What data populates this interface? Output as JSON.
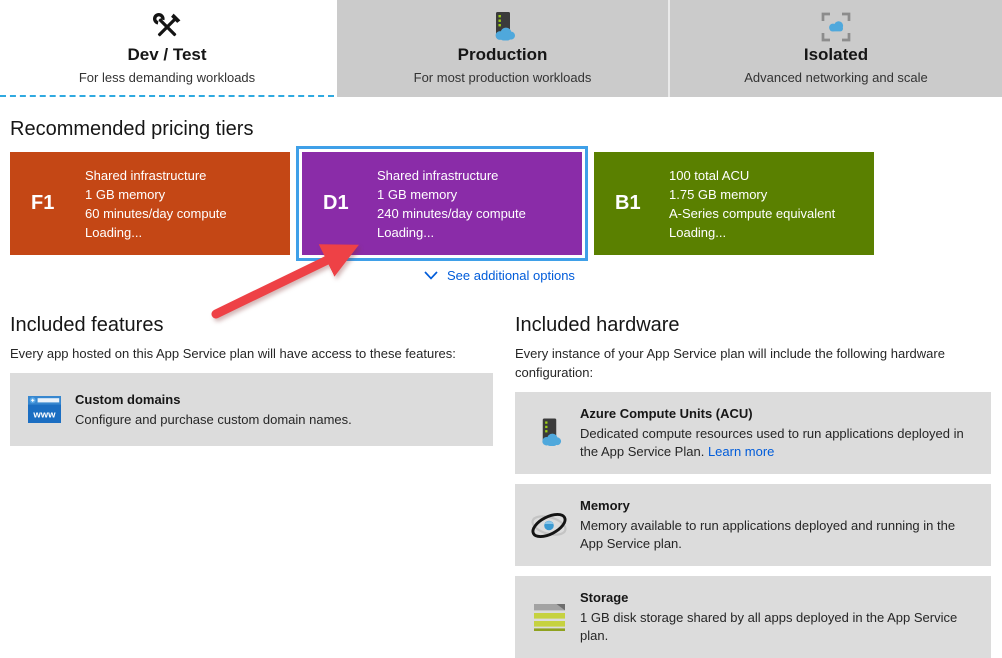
{
  "tabs": [
    {
      "title": "Dev / Test",
      "subtitle": "For less demanding workloads",
      "selected": true,
      "icon": "tools-icon"
    },
    {
      "title": "Production",
      "subtitle": "For most production workloads",
      "selected": false,
      "icon": "server-cloud-icon"
    },
    {
      "title": "Isolated",
      "subtitle": "Advanced networking and scale",
      "selected": false,
      "icon": "isolated-cloud-icon"
    }
  ],
  "pricing": {
    "heading": "Recommended pricing tiers",
    "tiers": [
      {
        "code": "F1",
        "selected": false,
        "features": [
          "Shared infrastructure",
          "1 GB memory",
          "60 minutes/day compute",
          "Loading..."
        ]
      },
      {
        "code": "D1",
        "selected": true,
        "features": [
          "Shared infrastructure",
          "1 GB memory",
          "240 minutes/day compute",
          "Loading..."
        ]
      },
      {
        "code": "B1",
        "selected": false,
        "features": [
          "100 total ACU",
          "1.75 GB memory",
          "A-Series compute equivalent",
          "Loading..."
        ]
      }
    ],
    "see_more_label": "See additional options"
  },
  "features_section": {
    "heading": "Included features",
    "subtitle": "Every app hosted on this App Service plan will have access to these features:",
    "items": [
      {
        "title": "Custom domains",
        "description": "Configure and purchase custom domain names.",
        "icon": "custom-domains-icon"
      }
    ]
  },
  "hardware_section": {
    "heading": "Included hardware",
    "subtitle": "Every instance of your App Service plan will include the following hardware configuration:",
    "items": [
      {
        "title": "Azure Compute Units (ACU)",
        "description": "Dedicated compute resources used to run applications deployed in the App Service Plan.",
        "link_label": "Learn more",
        "icon": "compute-icon"
      },
      {
        "title": "Memory",
        "description": "Memory available to run applications deployed and running in the App Service plan.",
        "link_label": "",
        "icon": "memory-icon"
      },
      {
        "title": "Storage",
        "description": "1 GB disk storage shared by all apps deployed in the App Service plan.",
        "link_label": "",
        "icon": "storage-icon"
      }
    ]
  },
  "colors": {
    "tier_f1": "#C44715",
    "tier_d1": "#8A2CA8",
    "tier_b1": "#5A8000",
    "selection_border": "#3FA0E8",
    "tab_inactive_bg": "#CBCBCB",
    "row_bg": "#DCDCDC",
    "link": "#015CDA",
    "dashed_underline": "#2FA9E0",
    "arrow": "#EE4146"
  }
}
